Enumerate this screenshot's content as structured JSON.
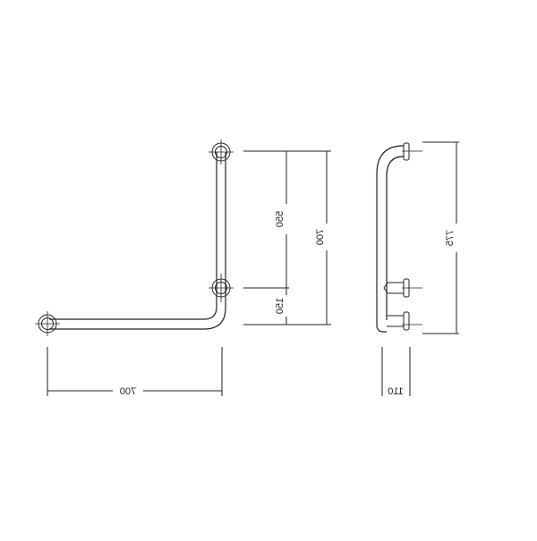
{
  "drawing": {
    "front_view": {
      "horizontal_length_label": "700",
      "total_height_label": "700",
      "upper_segment_label": "550",
      "lower_segment_label": "150"
    },
    "side_view": {
      "height_label": "775",
      "projection_label": "110"
    },
    "line_color": "#222222",
    "background": "#ffffff"
  }
}
